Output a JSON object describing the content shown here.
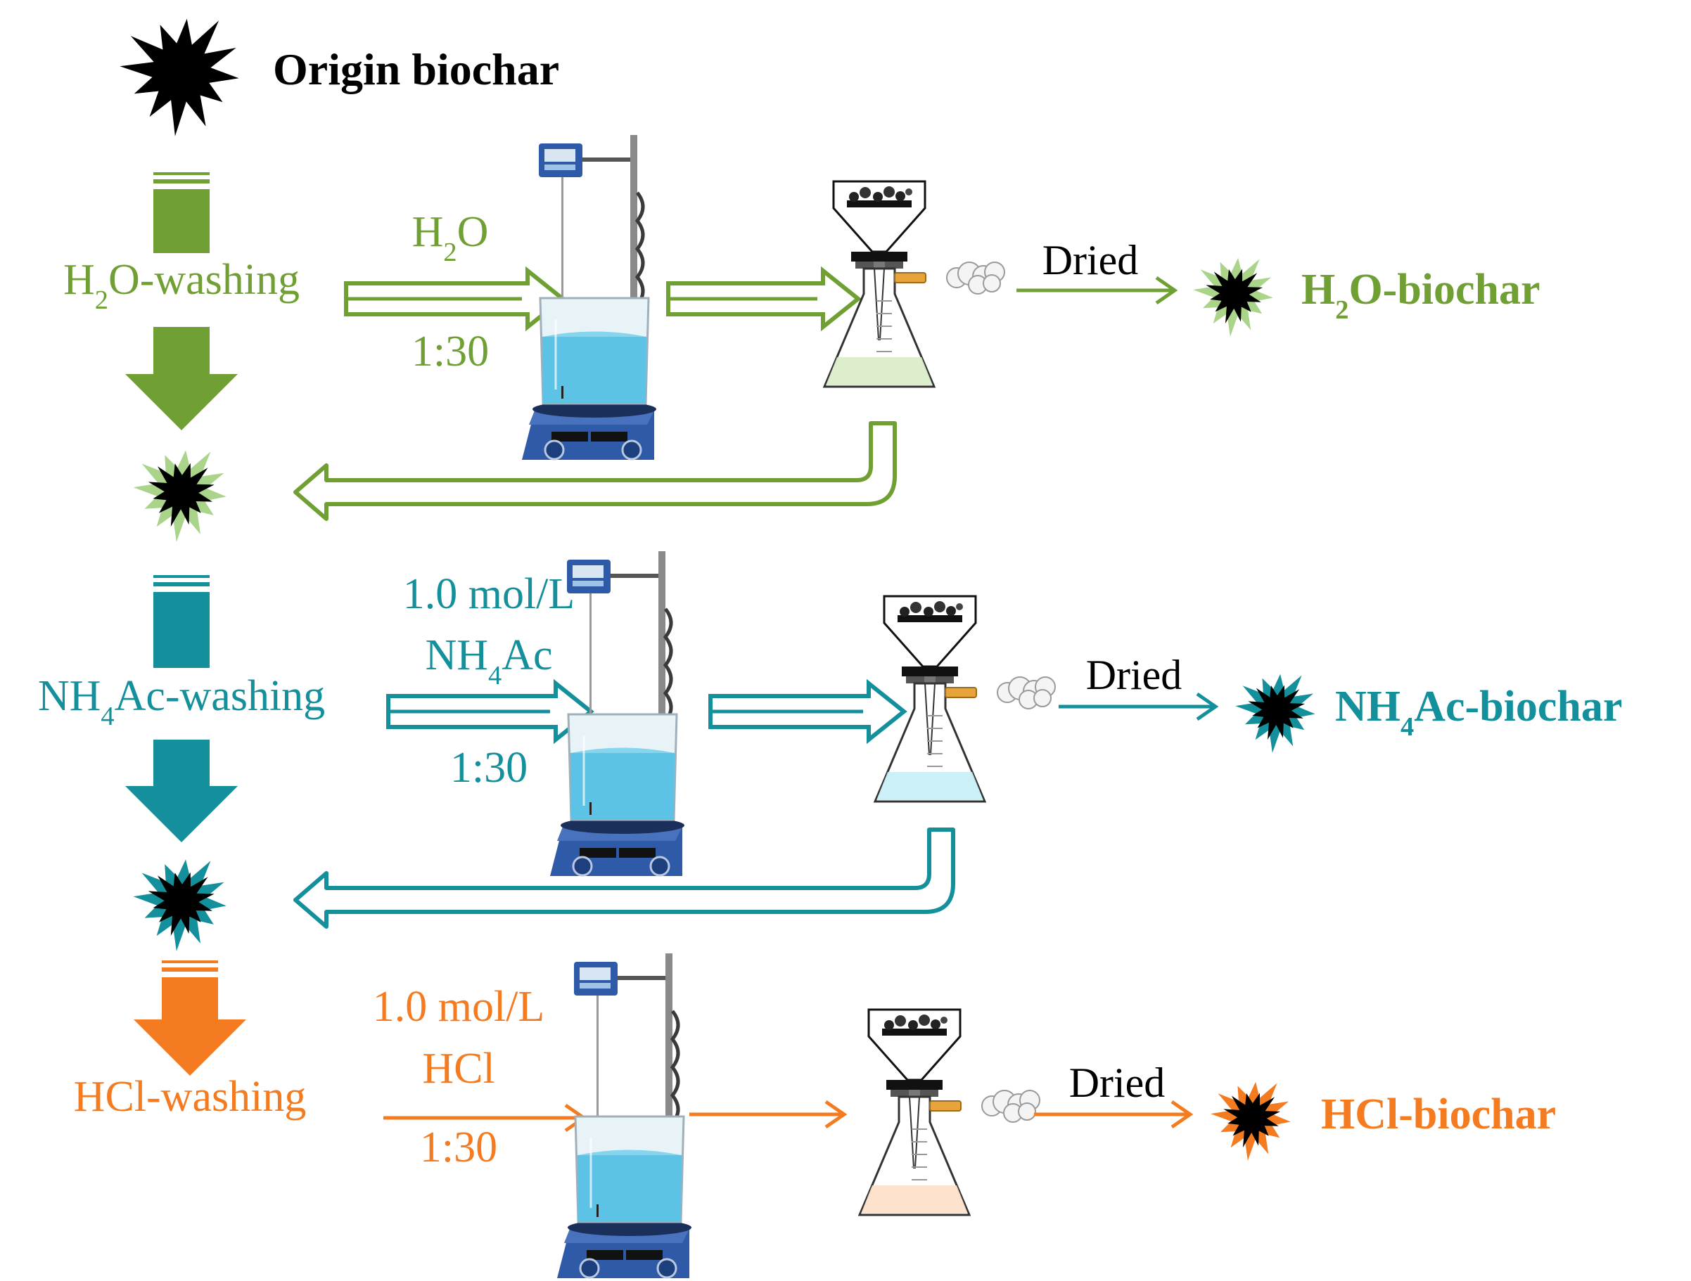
{
  "header": {
    "label": "Origin biochar",
    "icon": "biochar-star-icon"
  },
  "colors": {
    "green": "#70a033",
    "teal": "#14909c",
    "orange": "#f47b20",
    "black": "#000000",
    "equipment_blue": "#2f5aa8",
    "solution_blue": "#5cc3e6"
  },
  "stages": [
    {
      "id": "h2o",
      "color": "green",
      "side_label": "H₂O-washing",
      "reagent_lines": [
        "H₂O"
      ],
      "ratio": "1:30",
      "dried_label": "Dried",
      "product_label": "H₂O-biochar",
      "filtrate_color": "#d9ecc6"
    },
    {
      "id": "nh4ac",
      "color": "teal",
      "side_label": "NH₄Ac-washing",
      "reagent_lines": [
        "1.0 mol/L",
        "NH₄Ac"
      ],
      "ratio": "1:30",
      "dried_label": "Dried",
      "product_label": "NH₄Ac-biochar",
      "filtrate_color": "#c7eef7"
    },
    {
      "id": "hcl",
      "color": "orange",
      "side_label": "HCl-washing",
      "reagent_lines": [
        "1.0 mol/L",
        "HCl"
      ],
      "ratio": "1:30",
      "dried_label": "Dried",
      "product_label": "HCl-biochar",
      "filtrate_color": "#fde0c8"
    }
  ]
}
